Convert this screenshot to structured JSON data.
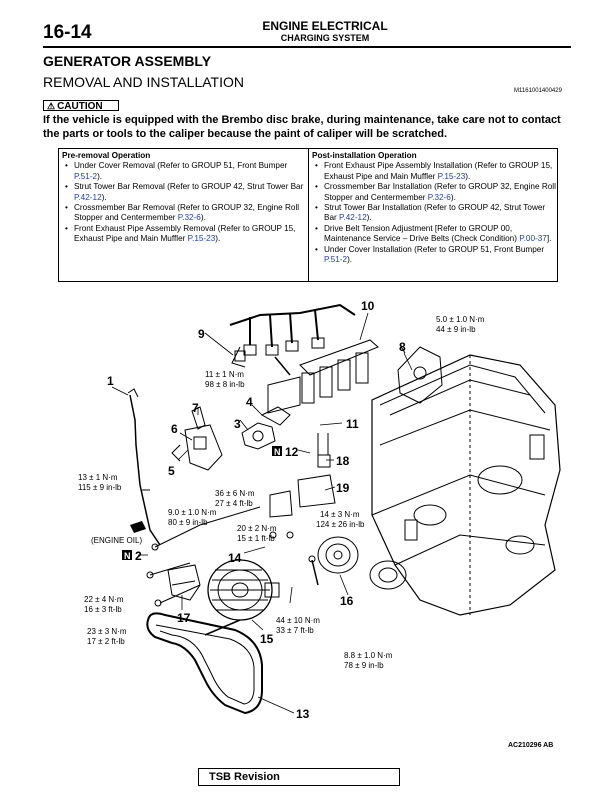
{
  "header": {
    "page_number": "16-14",
    "title": "ENGINE ELECTRICAL",
    "subtitle": "CHARGING SYSTEM"
  },
  "section": {
    "title": "GENERATOR ASSEMBLY",
    "subtitle": "REMOVAL AND INSTALLATION",
    "doc_code": "M1161001400429"
  },
  "caution": {
    "label": "CAUTION",
    "text": "If the vehicle is equipped with the Brembo disc brake, during maintenance, take care not to contact the parts or tools to the caliper because the paint of caliper will be scratched."
  },
  "pre_removal": {
    "heading": "Pre-removal Operation",
    "items": [
      {
        "text": "Under Cover Removal (Refer to GROUP 51, Front Bumper ",
        "ref": "P.51-2",
        "tail": ")."
      },
      {
        "text": "Strut Tower Bar Removal (Refer to GROUP 42, Strut Tower Bar ",
        "ref": "P.42-12",
        "tail": ")."
      },
      {
        "text": "Crossmember Bar Removal (Refer to GROUP 32, Engine Roll Stopper and Centermember ",
        "ref": "P.32-6",
        "tail": ")."
      },
      {
        "text": "Front Exhaust Pipe Assembly Removal (Refer to GROUP 15, Exhaust Pipe and Main Muffler ",
        "ref": "P.15-23",
        "tail": ")."
      }
    ]
  },
  "post_installation": {
    "heading": "Post-installation Operation",
    "items": [
      {
        "text": "Front Exhaust Pipe Assembly Installation (Refer to GROUP 15, Exhaust Pipe and Main Muffler ",
        "ref": "P.15-23",
        "tail": ")."
      },
      {
        "text": "Crossmember Bar Installation (Refer to GROUP 32, Engine Roll Stopper and Centermember ",
        "ref": "P.32-6",
        "tail": ")."
      },
      {
        "text": "Strut Tower Bar Installation (Refer to GROUP 42, Strut Tower Bar ",
        "ref": "P.42-12",
        "tail": ")."
      },
      {
        "text": "Drive Belt Tension Adjustment [Refer to GROUP 00, Maintenance Service – Drive Belts (Check Condition) ",
        "ref": "P.00-37",
        "tail": "]."
      },
      {
        "text": "Under Cover Installation (Refer to GROUP 51, Front Bumper ",
        "ref": "P.51-2",
        "tail": ")."
      }
    ]
  },
  "diagram": {
    "callouts": [
      "1",
      "2",
      "3",
      "4",
      "5",
      "6",
      "7",
      "8",
      "9",
      "10",
      "11",
      "12",
      "13",
      "14",
      "15",
      "16",
      "17",
      "18",
      "19"
    ],
    "torques": {
      "t_5": [
        "5.0 ± 1.0 N·m",
        "44 ± 9 in-lb"
      ],
      "t_11": [
        "11 ± 1 N·m",
        "98 ± 8 in-lb"
      ],
      "t_13": [
        "13 ± 1 N·m",
        "115 ± 9 in-lb"
      ],
      "t_9": [
        "9.0 ± 1.0 N·m",
        "80 ± 9 in-lb"
      ],
      "t_36": [
        "36 ± 6 N·m",
        "27 ± 4 ft-lb"
      ],
      "t_14": [
        "14 ± 3 N·m",
        "124 ± 26 in-lb"
      ],
      "t_20": [
        "20 ± 2 N·m",
        "15 ± 1 ft-lb"
      ],
      "t_22": [
        "22 ± 4 N·m",
        "16 ± 3 ft-lb"
      ],
      "t_23": [
        "23 ± 3 N·m",
        "17 ± 2 ft-lb"
      ],
      "t_44": [
        "44 ± 10 N·m",
        "33 ± 7 ft-lb"
      ],
      "t_8": [
        "8.8 ± 1.0 N·m",
        "78 ± 9 in-lb"
      ]
    },
    "engine_oil": "(ENGINE OIL)",
    "n_mark": "N",
    "figure_code": "AC210296 AB"
  },
  "footer": {
    "tsb": "TSB Revision"
  },
  "colors": {
    "link": "#1d3fb8",
    "ink": "#000000"
  }
}
